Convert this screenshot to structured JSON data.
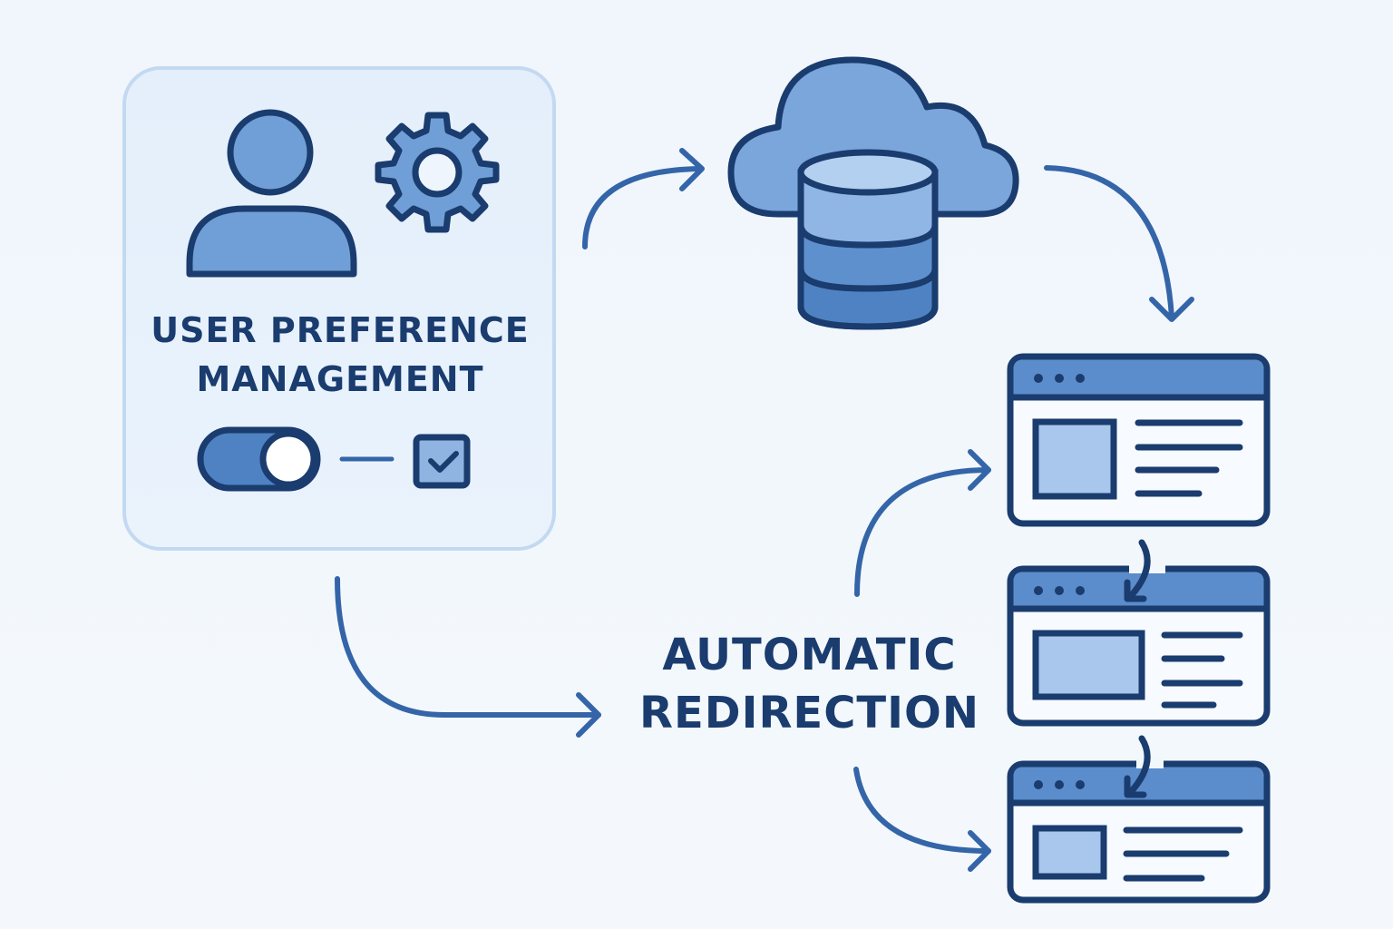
{
  "diagram": {
    "preference_card": {
      "title_line1": "USER PREFERENCE",
      "title_line2": "MANAGEMENT",
      "icons": [
        "user-icon",
        "gear-icon",
        "toggle-switch-icon",
        "connector-line",
        "checkbox-checked-icon"
      ],
      "toggle_state": "on",
      "checkbox_state": "checked"
    },
    "storage": {
      "icons": [
        "cloud-icon",
        "database-icon"
      ]
    },
    "redirection": {
      "title_line1": "AUTOMATIC",
      "title_line2": "REDIRECTION"
    },
    "browser_windows": [
      {
        "name": "browser-window-1",
        "text_lines": 4,
        "has_incoming_redirect_arrow": false
      },
      {
        "name": "browser-window-2",
        "text_lines": 4,
        "has_incoming_redirect_arrow": true
      },
      {
        "name": "browser-window-3",
        "text_lines": 3,
        "has_incoming_redirect_arrow": true
      }
    ],
    "flows": [
      {
        "from": "preference_card",
        "to": "storage"
      },
      {
        "from": "storage",
        "to": "browser-window-1"
      },
      {
        "from": "preference_card",
        "to": "redirection"
      },
      {
        "from": "redirection",
        "to": "browser-window-1"
      },
      {
        "from": "redirection",
        "to": "browser-window-3"
      }
    ],
    "colors": {
      "background": "#f2f7fc",
      "card_fill": "#e6f0fb",
      "card_border": "#c3d9f2",
      "outline": "#1a3c6e",
      "icon_fill": "#6f9fd6",
      "icon_fill_dark": "#4f82c2",
      "icon_fill_light": "#aecbee",
      "arrow": "#3465a8",
      "text": "#1a3c6e"
    }
  }
}
